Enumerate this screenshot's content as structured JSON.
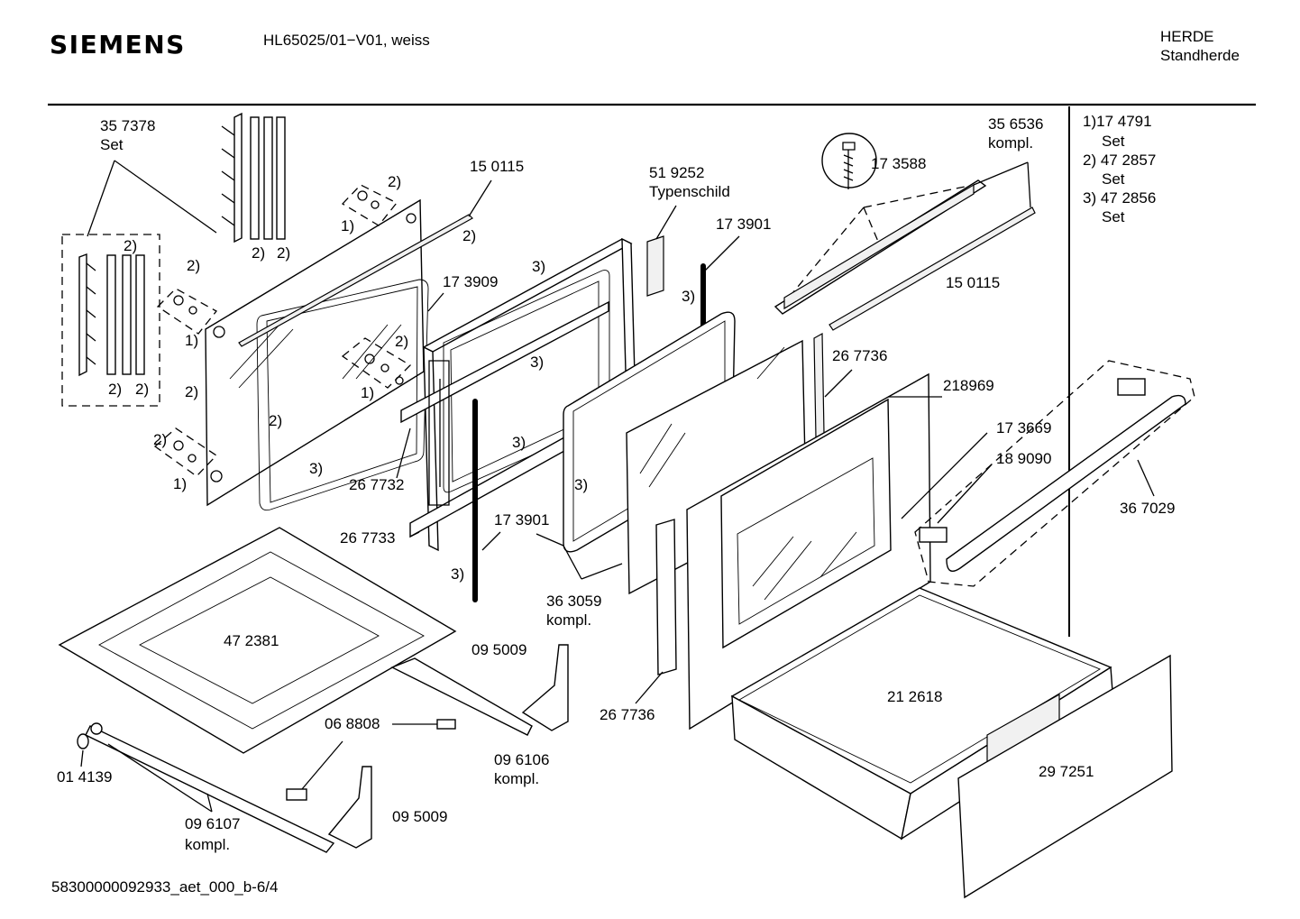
{
  "header": {
    "brand": "SIEMENS",
    "model": "HL65025/01−V01, weiss",
    "category_line1": "HERDE",
    "category_line2": "Standherde"
  },
  "legend": [
    {
      "key": "1)17 4791",
      "label": "Set"
    },
    {
      "key": "2) 47 2857",
      "label": "Set"
    },
    {
      "key": "3) 47 2856",
      "label": "Set"
    }
  ],
  "labels": {
    "p357378": "35 7378",
    "p357378_sub": "Set",
    "p150115_a": "15 0115",
    "p519252": "51 9252",
    "p519252_sub": "Typenschild",
    "p173588": "17 3588",
    "p356536": "35 6536",
    "p356536_sub": "kompl.",
    "p173909": "17 3909",
    "p173901_a": "17 3901",
    "p150115_b": "15 0115",
    "p267736_a": "26 7736",
    "p218969": "218969",
    "p173669": "17 3669",
    "p189090": "18 9090",
    "p367029": "36 7029",
    "p267732": "26 7732",
    "p267733": "26 7733",
    "p173901_b": "17 3901",
    "p363059": "36 3059",
    "p363059_sub": "kompl.",
    "p472381": "47 2381",
    "p095009_a": "09 5009",
    "p096106": "09 6106",
    "p096106_sub": "kompl.",
    "p267736_b": "26 7736",
    "p068808": "06 8808",
    "p212618": "21 2618",
    "p297251": "29 7251",
    "p014139": "01 4139",
    "p096107": "09 6107",
    "p096107_sub": "kompl.",
    "p095009_b": "09 5009"
  },
  "callouts": {
    "one": "1)",
    "two": "2)",
    "three": "3)"
  },
  "footer": {
    "doc_id": "58300000092933_aet_000_b-6/4"
  }
}
